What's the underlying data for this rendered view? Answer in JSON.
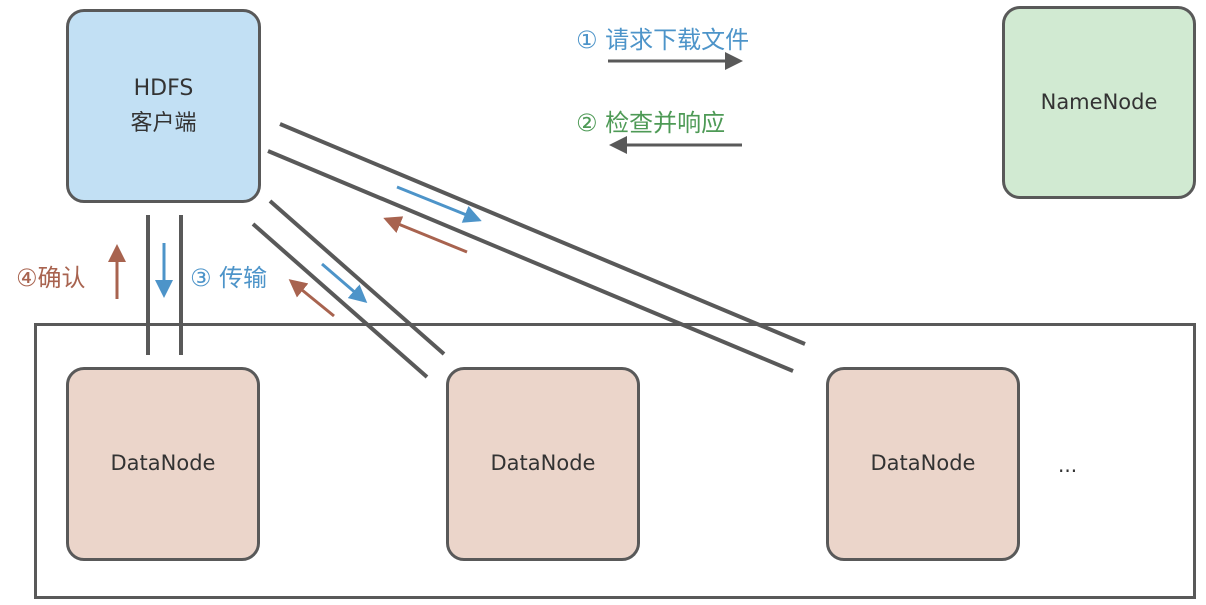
{
  "nodes": {
    "client": {
      "line1": "HDFS",
      "line2": "客户端"
    },
    "namenode": "NameNode",
    "datanodes": [
      "DataNode",
      "DataNode",
      "DataNode"
    ],
    "more": "..."
  },
  "steps": {
    "request": "① 请求下载文件",
    "check": "② 检查并响应",
    "transfer": "③ 传输",
    "ack": "④确认"
  },
  "colors": {
    "client_fill": "#c2e0f4",
    "namenode_fill": "#d1ead2",
    "datanode_fill": "#ebd5ca",
    "border": "#595959",
    "transfer_arrow": "#4d94c9",
    "check_text": "#4e9a56",
    "ack_arrow": "#a8634f"
  }
}
